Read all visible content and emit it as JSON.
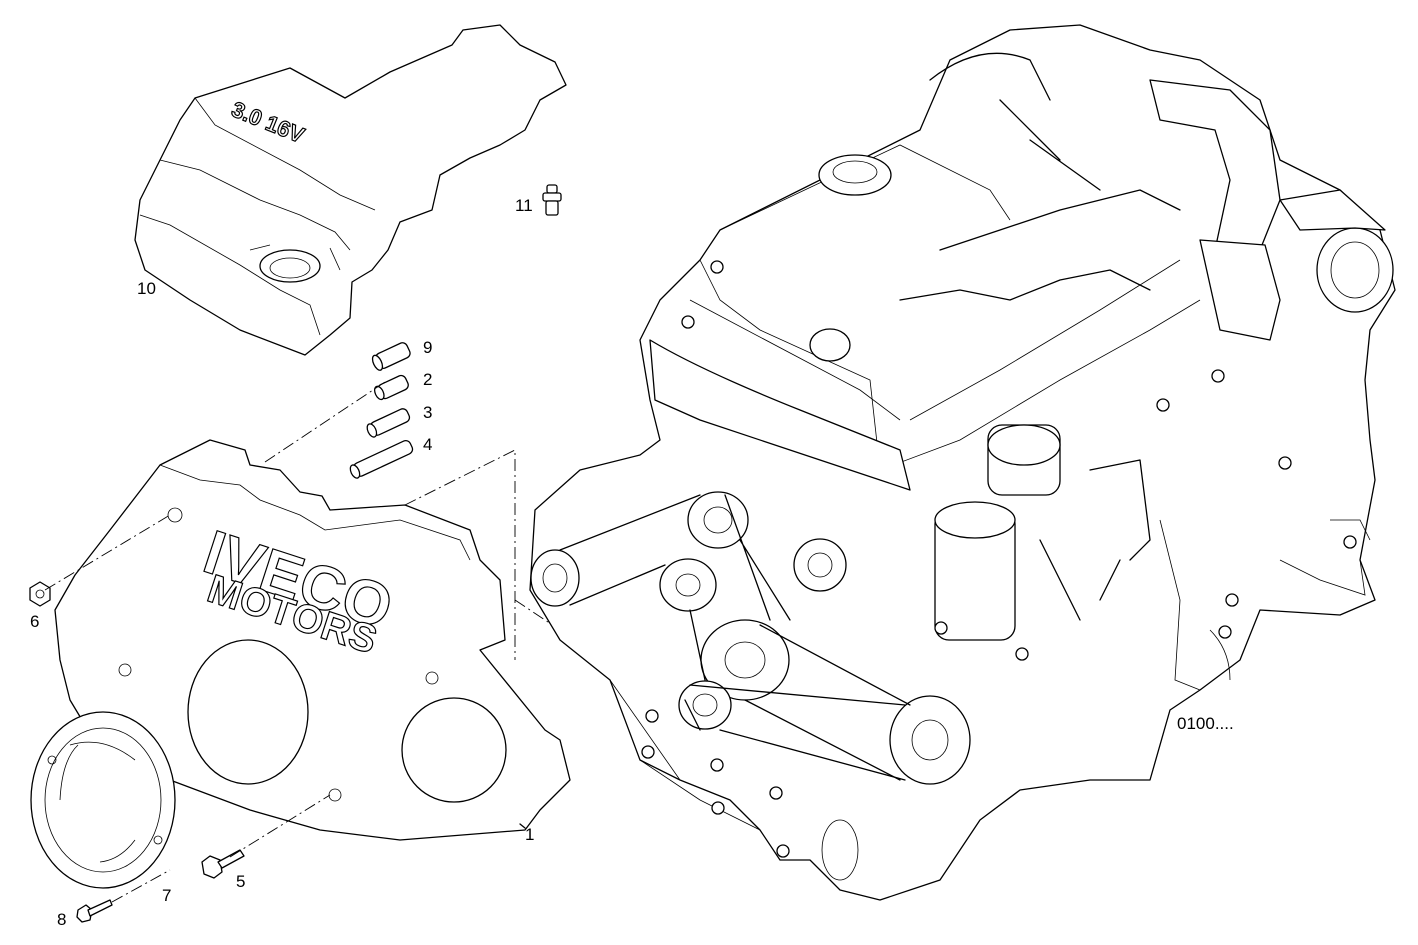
{
  "callouts": {
    "c1": "1",
    "c2": "2",
    "c3": "3",
    "c4": "4",
    "c5": "5",
    "c6": "6",
    "c7": "7",
    "c8": "8",
    "c9": "9",
    "c10": "10",
    "c11": "11"
  },
  "reference_code": "0100....",
  "logo_lettering": {
    "brand": "IVECO",
    "brand_sub": "MOTORS",
    "cover_badge": "3.0 16V"
  }
}
